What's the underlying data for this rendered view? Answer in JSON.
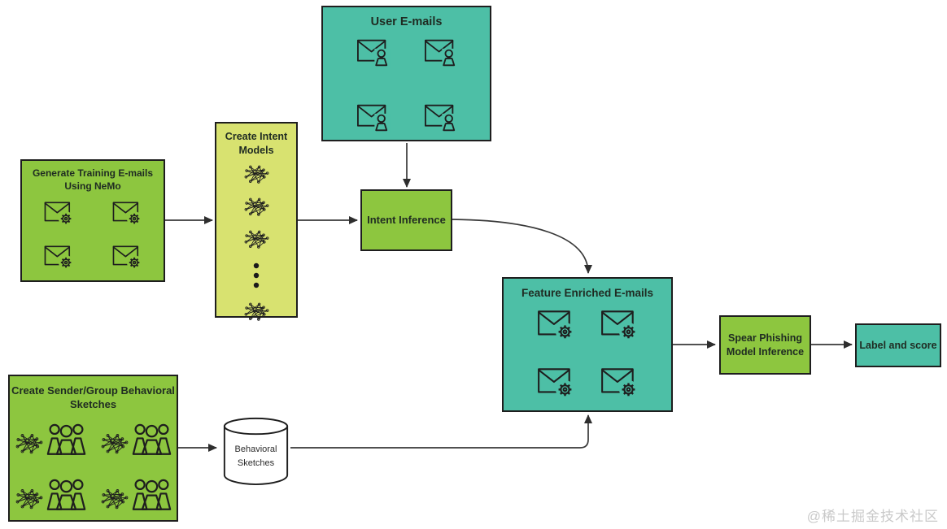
{
  "diagram": {
    "nodes": {
      "user_emails": {
        "title": "User E-mails",
        "icon": "email-user-icon",
        "color": "teal"
      },
      "generate_training": {
        "title": "Generate Training E-mails Using NeMo",
        "icon": "email-gear-icon",
        "color": "green"
      },
      "create_intent": {
        "title": "Create Intent Models",
        "icon": "neural-network-icon",
        "color": "light_green"
      },
      "intent_inference": {
        "title": "Intent Inference",
        "color": "green"
      },
      "feature_enriched": {
        "title": "Feature Enriched E-mails",
        "icon": "email-gear-icon",
        "color": "teal"
      },
      "spear_phishing": {
        "title": "Spear Phishing Model Inference",
        "color": "green"
      },
      "label_score": {
        "title": "Label and score",
        "color": "teal"
      },
      "create_sender": {
        "title": "Create Sender/Group Behavioral Sketches",
        "icon": "sketch-icon",
        "color": "green"
      },
      "behavioral_db": {
        "title": "Behavioral Sketches",
        "shape": "cylinder",
        "color": "white"
      }
    },
    "connections": [
      {
        "from": "user_emails",
        "to": "intent_inference"
      },
      {
        "from": "generate_training",
        "to": "create_intent"
      },
      {
        "from": "create_intent",
        "to": "intent_inference"
      },
      {
        "from": "intent_inference",
        "to": "feature_enriched"
      },
      {
        "from": "feature_enriched",
        "to": "spear_phishing"
      },
      {
        "from": "spear_phishing",
        "to": "label_score"
      },
      {
        "from": "create_sender",
        "to": "behavioral_db"
      },
      {
        "from": "behavioral_db",
        "to": "feature_enriched"
      }
    ]
  },
  "colors": {
    "teal": "#4DBFA6",
    "green": "#8DC63F",
    "light_green": "#D8E270",
    "outline": "#1E1E1E",
    "arrow": "#383838",
    "text": "#1F2B22",
    "watermark": "#C9C9C9"
  },
  "watermark": "@稀土掘金技术社区"
}
